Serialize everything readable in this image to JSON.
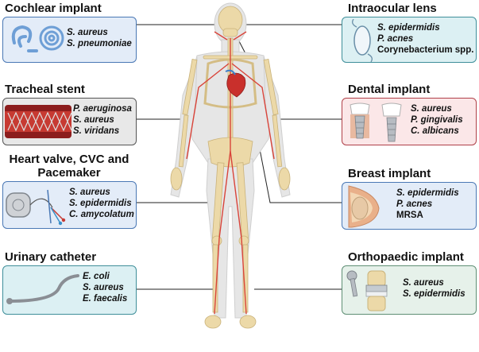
{
  "panels": {
    "cochlear": {
      "title": "Cochlear implant",
      "organisms": [
        "S. aureus",
        "S. pneumoniae"
      ]
    },
    "tracheal": {
      "title": "Tracheal stent",
      "organisms": [
        "P. aeruginosa",
        "S. aureus",
        "S. viridans"
      ]
    },
    "heart": {
      "title": "Heart valve, CVC and Pacemaker",
      "organisms": [
        "S. aureus",
        "S. epidermidis",
        "C. amycolatum"
      ]
    },
    "urinary": {
      "title": "Urinary catheter",
      "organisms": [
        "E. coli",
        "S. aureus",
        "E. faecalis"
      ]
    },
    "intraocular": {
      "title": "Intraocular lens",
      "organisms": [
        "S. epidermidis",
        "P. acnes",
        "Corynebacterium spp."
      ]
    },
    "dental": {
      "title": "Dental implant",
      "organisms": [
        "S. aureus",
        "P. gingivalis",
        "C. albicans"
      ]
    },
    "breast": {
      "title": "Breast implant",
      "organisms": [
        "S. epidermidis",
        "P. acnes",
        "MRSA"
      ]
    },
    "ortho": {
      "title": "Orthopaedic implant",
      "organisms": [
        "S. aureus",
        "S. epidermidis"
      ]
    }
  },
  "colors": {
    "blue_border": "#4a78b5",
    "blue_fill": "#e3ecf8",
    "gray_border": "#555555",
    "gray_fill": "#e8e8e8",
    "teal_border": "#3f8f9a",
    "teal_fill": "#dcf0f3",
    "red_border": "#b04048",
    "red_fill": "#fbe7e8",
    "green_border": "#5f8f75",
    "green_fill": "#e6f1ea",
    "bone": "#ecd9a8",
    "body": "#e6e6e6",
    "vessel": "#d9443a"
  }
}
